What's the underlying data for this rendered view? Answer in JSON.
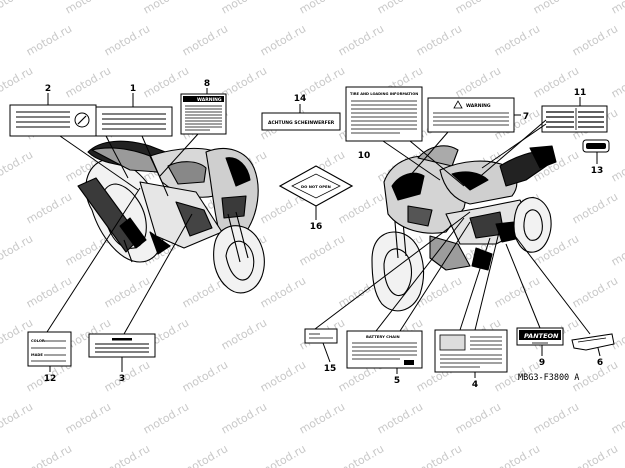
{
  "callouts": {
    "c1": "1",
    "c2": "2",
    "c3": "3",
    "c4": "4",
    "c5": "5",
    "c6": "6",
    "c7": "7",
    "c8": "8",
    "c9": "9",
    "c10": "10",
    "c11": "11",
    "c12": "12",
    "c13": "13",
    "c14": "14",
    "c15": "15",
    "c16": "16"
  },
  "label_text": {
    "warning_8": "WARNING",
    "warning_7": "WARNING",
    "label_14": "ACHTUNG  SCHEINWERFER",
    "label_10_header": "TIRE AND LOADING INFORMATION",
    "label_5_header": "BATTERY CHAIN",
    "label_9_brand": "PANTEON",
    "label_12_top": "COLOR",
    "label_12_bottom": "MADE",
    "label_16": "DO NOT OPEN"
  },
  "diagram_code": "MBG3-F3800 A",
  "watermark": "motod.ru"
}
